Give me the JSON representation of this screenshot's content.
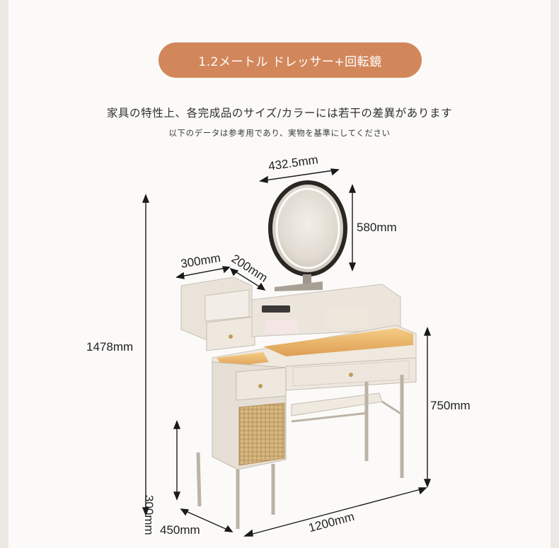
{
  "header": {
    "title": "1.2メートル ドレッサー+回転鏡",
    "notice": "家具の特性上、各完成品のサイズ/カラーには若干の差異があります",
    "disclaimer": "以下のデータは参考用であり、実物を基準にしてください"
  },
  "dimensions": {
    "mirror_width": "432.5mm",
    "mirror_height": "580mm",
    "cabinet_width": "300mm",
    "cabinet_depth": "200mm",
    "total_height": "1478mm",
    "table_height": "750mm",
    "leg_height": "300mm",
    "depth": "450mm",
    "width": "1200mm"
  },
  "colors": {
    "accent": "#d2875b",
    "furniture": "#eee8df",
    "line": "#1a1a1a"
  }
}
